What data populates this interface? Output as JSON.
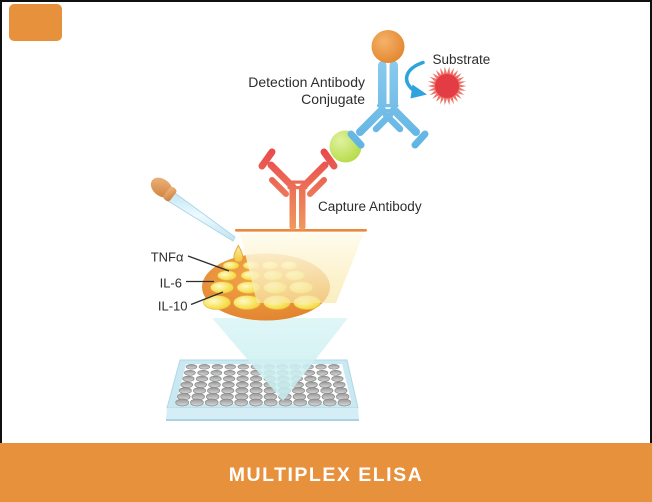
{
  "banner": {
    "title": "MULTIPLEX ELISA",
    "bg_color": "#E8913C",
    "text_color": "#FFFFFF"
  },
  "logo": {
    "color": "#E8913C"
  },
  "labels": {
    "detection_line1": "Detection Antibody",
    "detection_line2": "Conjugate",
    "substrate": "Substrate",
    "capture": "Capture Antibody",
    "analytes": [
      {
        "label": "TNFα"
      },
      {
        "label": "IL-6"
      },
      {
        "label": "IL-10"
      }
    ]
  },
  "colors": {
    "detection_antibody_blue": "#7CC3EA",
    "capture_antibody_red_top": "#E8454C",
    "capture_antibody_orange_bottom": "#F09B60",
    "enzyme_sphere_orange": "#E98F33",
    "antigen_sphere_green": "#B7DC3D",
    "substrate_burst_red": "#E33C45",
    "arrow_blue": "#2EA3DC",
    "surface_line_orange": "#E9883F",
    "spot_disc_orange": "#E8913C",
    "spot_well_yellow": "#F5DC49",
    "plate_well_gray": "#BDBDBD",
    "beam_yellow": "#F9E9AE",
    "funnel_cyan": "#CDEFF1"
  }
}
